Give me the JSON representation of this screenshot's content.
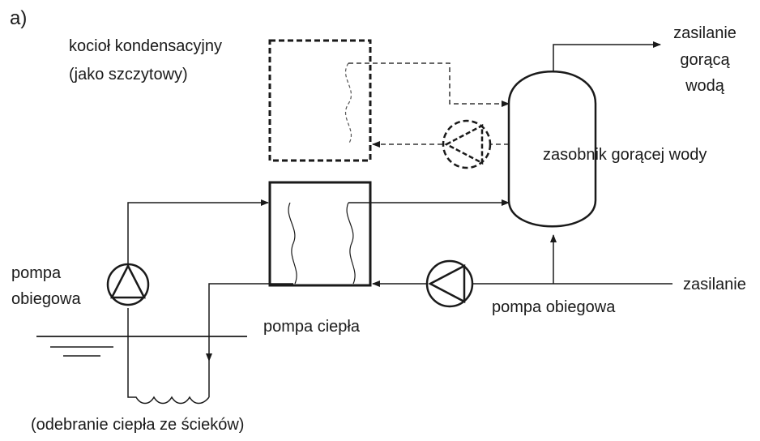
{
  "figure_label": "a)",
  "labels": {
    "boiler_line1": "kocioł kondensacyjny",
    "boiler_line2": "(jako szczytowy)",
    "supply_hot_line1": "zasilanie",
    "supply_hot_line2": "gorącą",
    "supply_hot_line3": "wodą",
    "tank": "zasobnik gorącej wody",
    "heat_pump": "pompa ciepła",
    "circ_pump_left_line1": "pompa",
    "circ_pump_left_line2": "obiegowa",
    "circ_pump_right": "pompa obiegowa",
    "supply": "zasilanie",
    "sewage": "(odebranie ciepła ze ścieków)"
  }
}
